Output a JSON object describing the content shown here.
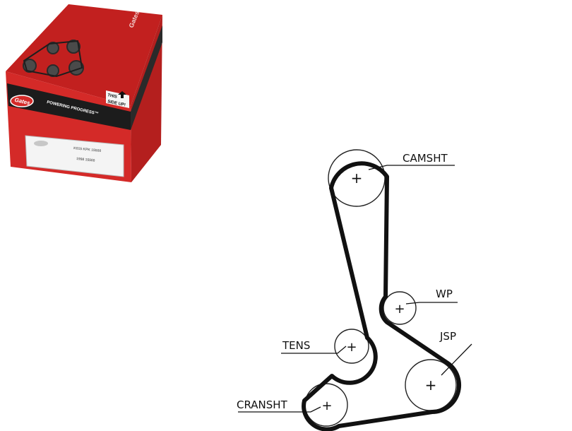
{
  "product_box": {
    "brand": "Gates",
    "tagline": "POWERING PROGRESS™",
    "orientation_line1": "THIS",
    "orientation_line2": "SIDE UP!",
    "label_line1": "K015 KPK 15500",
    "label_line2": "1998 15500",
    "colors": {
      "red": "#d42a28",
      "dark_red": "#8e1412",
      "white": "#ffffff"
    }
  },
  "belt_diagram": {
    "labels": {
      "camshaft": "CAMSHT",
      "water_pump": "WP",
      "tensioner": "TENS",
      "jackshaft": "JSP",
      "crankshaft": "CRANSHT"
    },
    "center_mark": "+",
    "colors": {
      "belt": "#111111",
      "pulley": "#222222"
    }
  }
}
